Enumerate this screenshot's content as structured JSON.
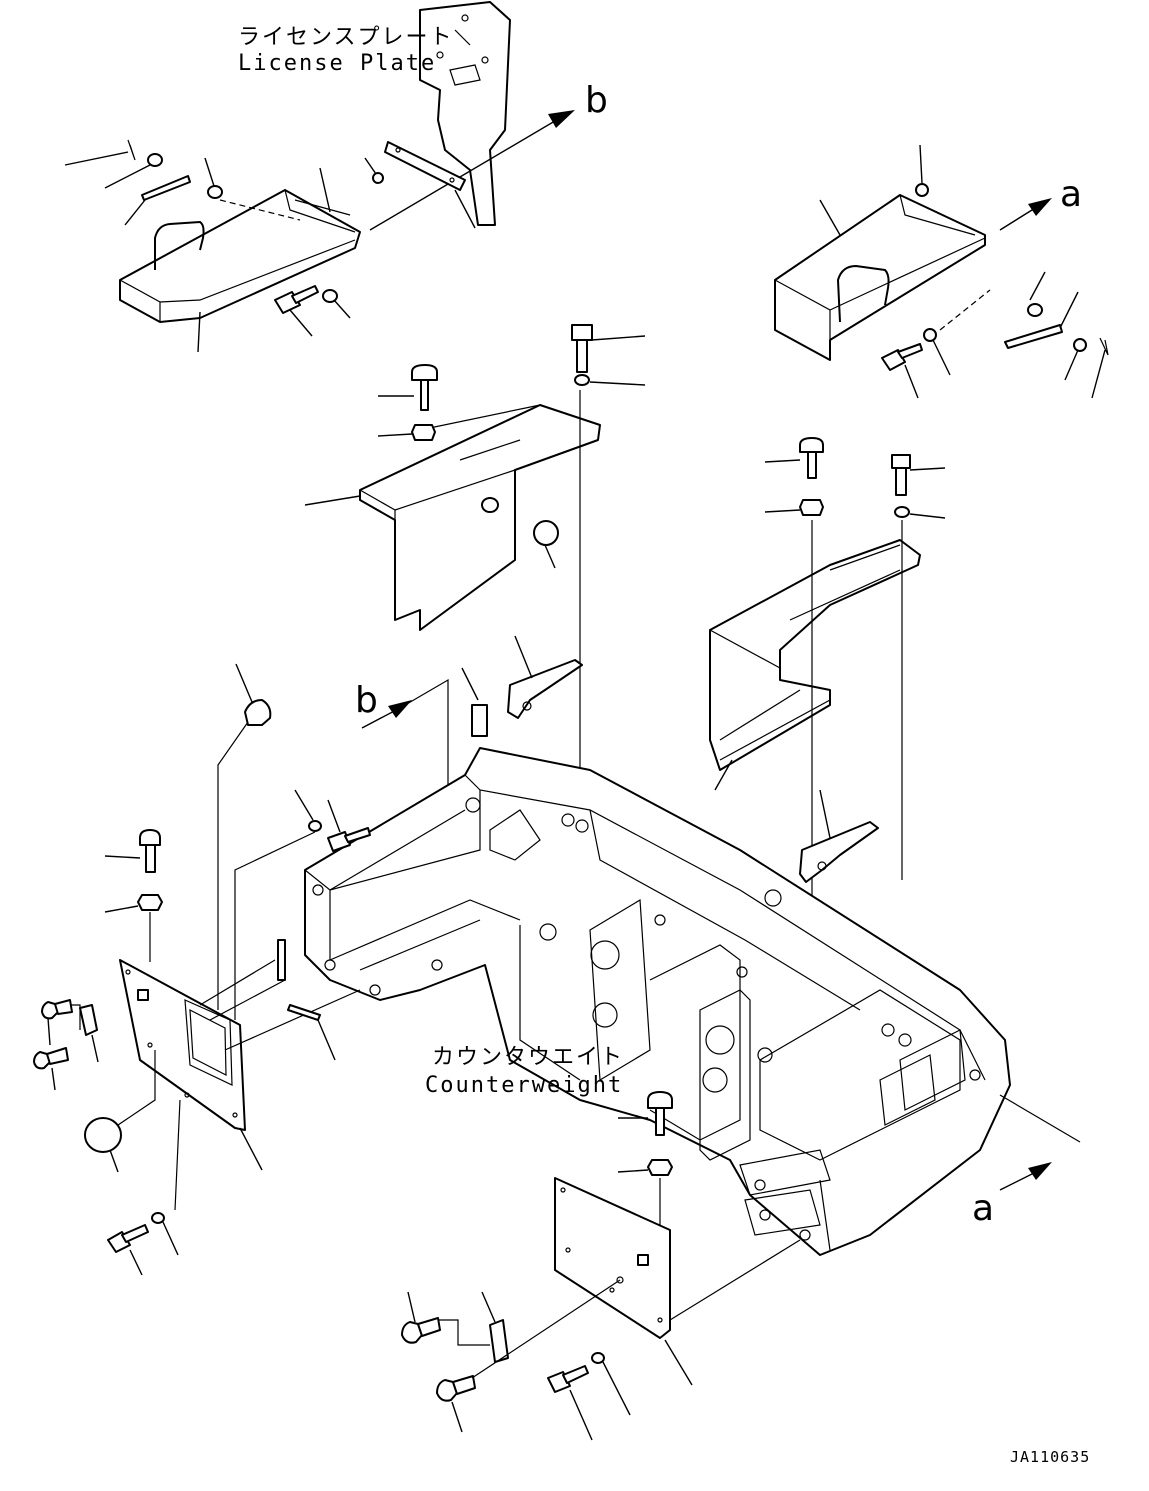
{
  "labels": {
    "license_plate_jp": "ライセンスプレート",
    "license_plate_en": "License Plate",
    "counterweight_jp": "カウンタウエイト",
    "counterweight_en": "Counterweight",
    "arrow_a_top": "a",
    "arrow_a_bottom": "a",
    "arrow_b_top": "b",
    "arrow_b_mid": "b",
    "drawing_code": "JA110635"
  }
}
